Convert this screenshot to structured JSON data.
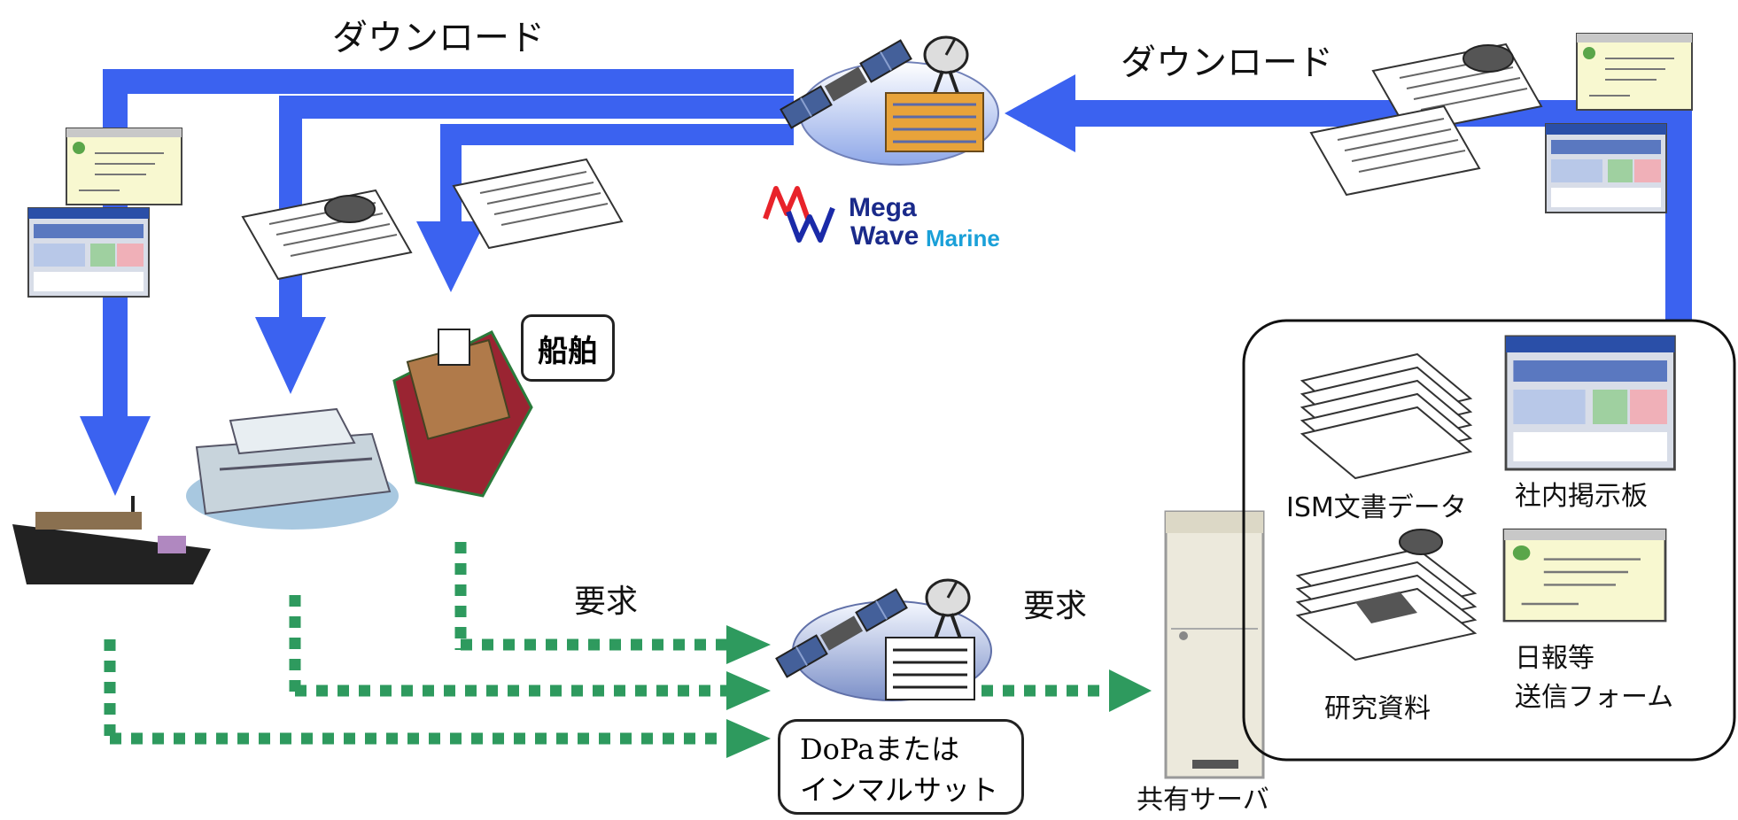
{
  "labels": {
    "download_left": "ダウンロード",
    "download_right": "ダウンロード",
    "request_left": "要求",
    "request_right": "要求",
    "ship": "船舶",
    "dopa_line1": "DoPaまたは",
    "dopa_line2": "インマルサット",
    "shared_server": "共有サーバ",
    "ism_docs": "ISM文書データ",
    "bulletin_board": "社内掲示板",
    "research": "研究資料",
    "daily_report_line1": "日報等",
    "daily_report_line2": "送信フォーム"
  },
  "logo": {
    "line1": "Mega",
    "line2": "Wave",
    "line3": "Marine"
  },
  "colors": {
    "download_arrow": "#3b62f0",
    "request_arrow": "#2e9a5e"
  },
  "icons": [
    "satellite-icon",
    "ground-station-icon",
    "document-icon",
    "screen-icon",
    "ship-icon",
    "server-icon"
  ]
}
